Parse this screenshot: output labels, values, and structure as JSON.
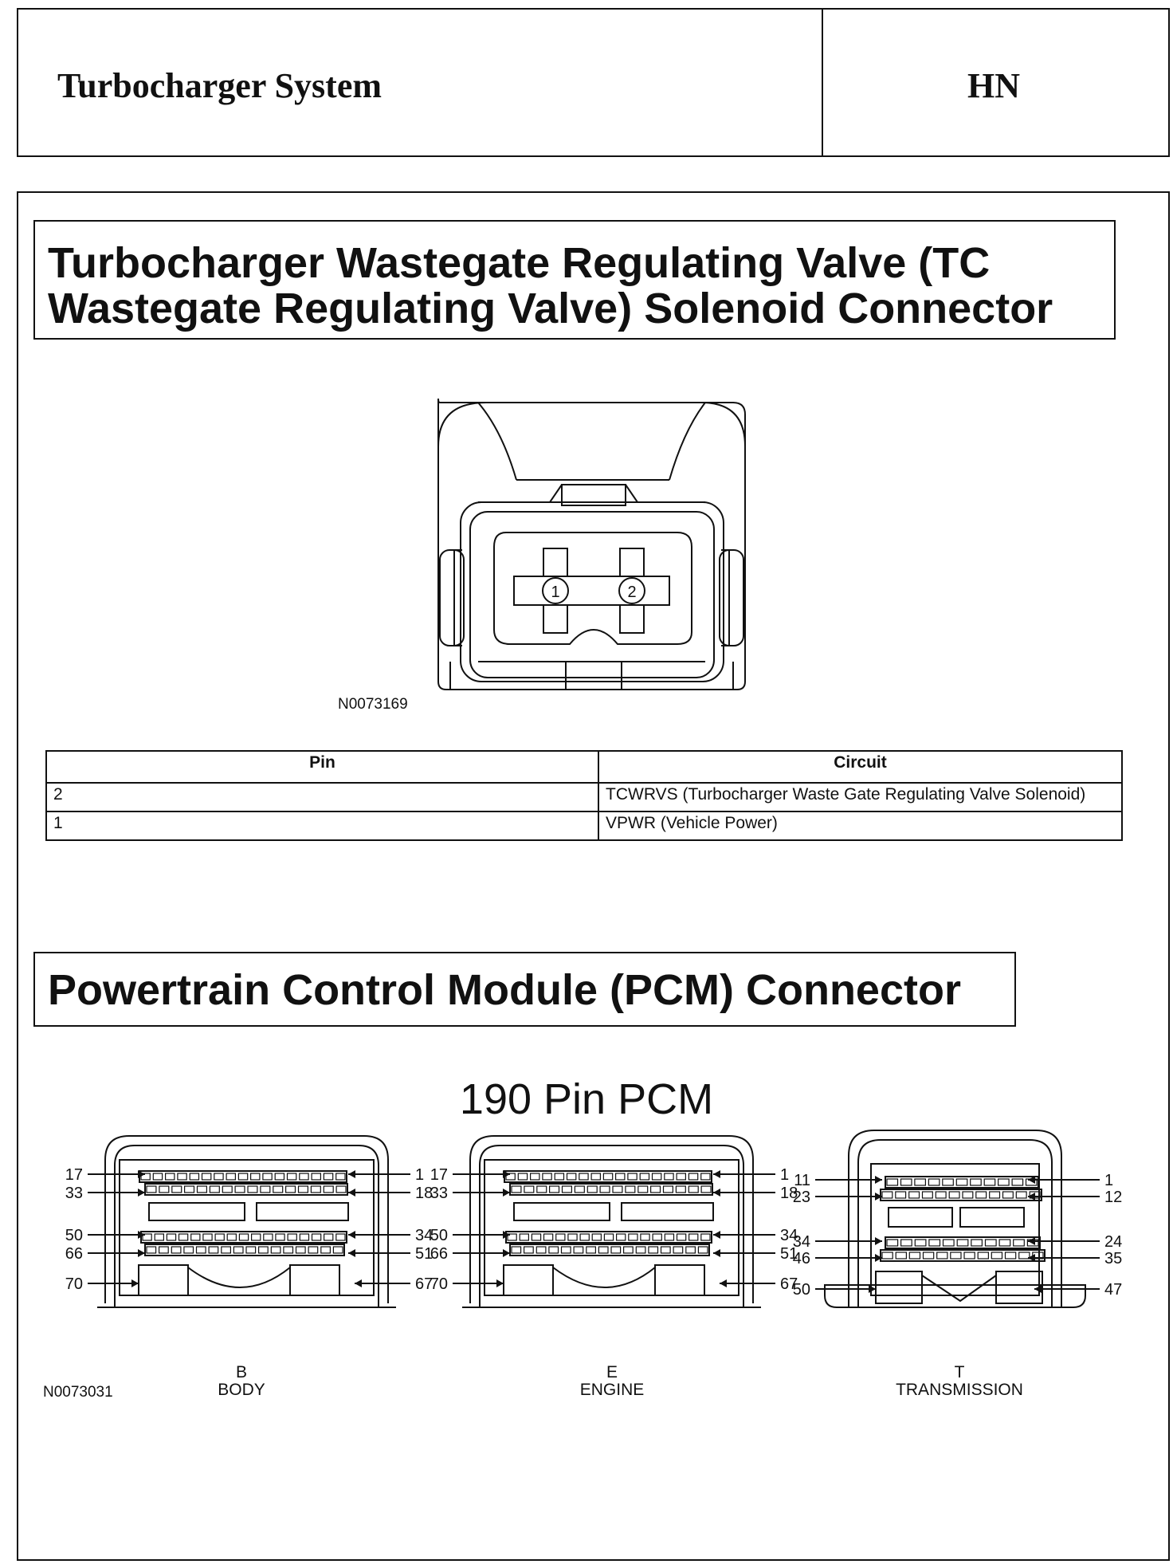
{
  "header": {
    "title": "Turbocharger System",
    "code": "HN"
  },
  "section1": {
    "title": "Turbocharger Wastegate Regulating Valve (TC Wastegate Regulating Valve) Solenoid Connector",
    "figure_code": "N0073169",
    "pin_labels": [
      "1",
      "2"
    ],
    "table": {
      "headers": [
        "Pin",
        "Circuit"
      ],
      "rows": [
        {
          "pin": "2",
          "circuit": "TCWRVS (Turbocharger Waste Gate Regulating Valve Solenoid)"
        },
        {
          "pin": "1",
          "circuit": "VPWR (Vehicle Power)"
        }
      ]
    }
  },
  "section2": {
    "title": "Powertrain Control Module (PCM) Connector",
    "heading": "190 Pin PCM",
    "figure_code": "N0073031",
    "connectors": [
      {
        "letter": "B",
        "name": "BODY",
        "left_labels": [
          "17",
          "33",
          "50",
          "66",
          "70"
        ],
        "right_labels": [
          "1",
          "18",
          "34",
          "51",
          "67"
        ]
      },
      {
        "letter": "E",
        "name": "ENGINE",
        "left_labels": [
          "17",
          "33",
          "50",
          "66",
          "70"
        ],
        "right_labels": [
          "1",
          "18",
          "34",
          "51",
          "67"
        ]
      },
      {
        "letter": "T",
        "name": "TRANSMISSION",
        "left_labels": [
          "11",
          "23",
          "34",
          "46",
          "50"
        ],
        "right_labels": [
          "1",
          "12",
          "24",
          "35",
          "47"
        ]
      }
    ]
  }
}
